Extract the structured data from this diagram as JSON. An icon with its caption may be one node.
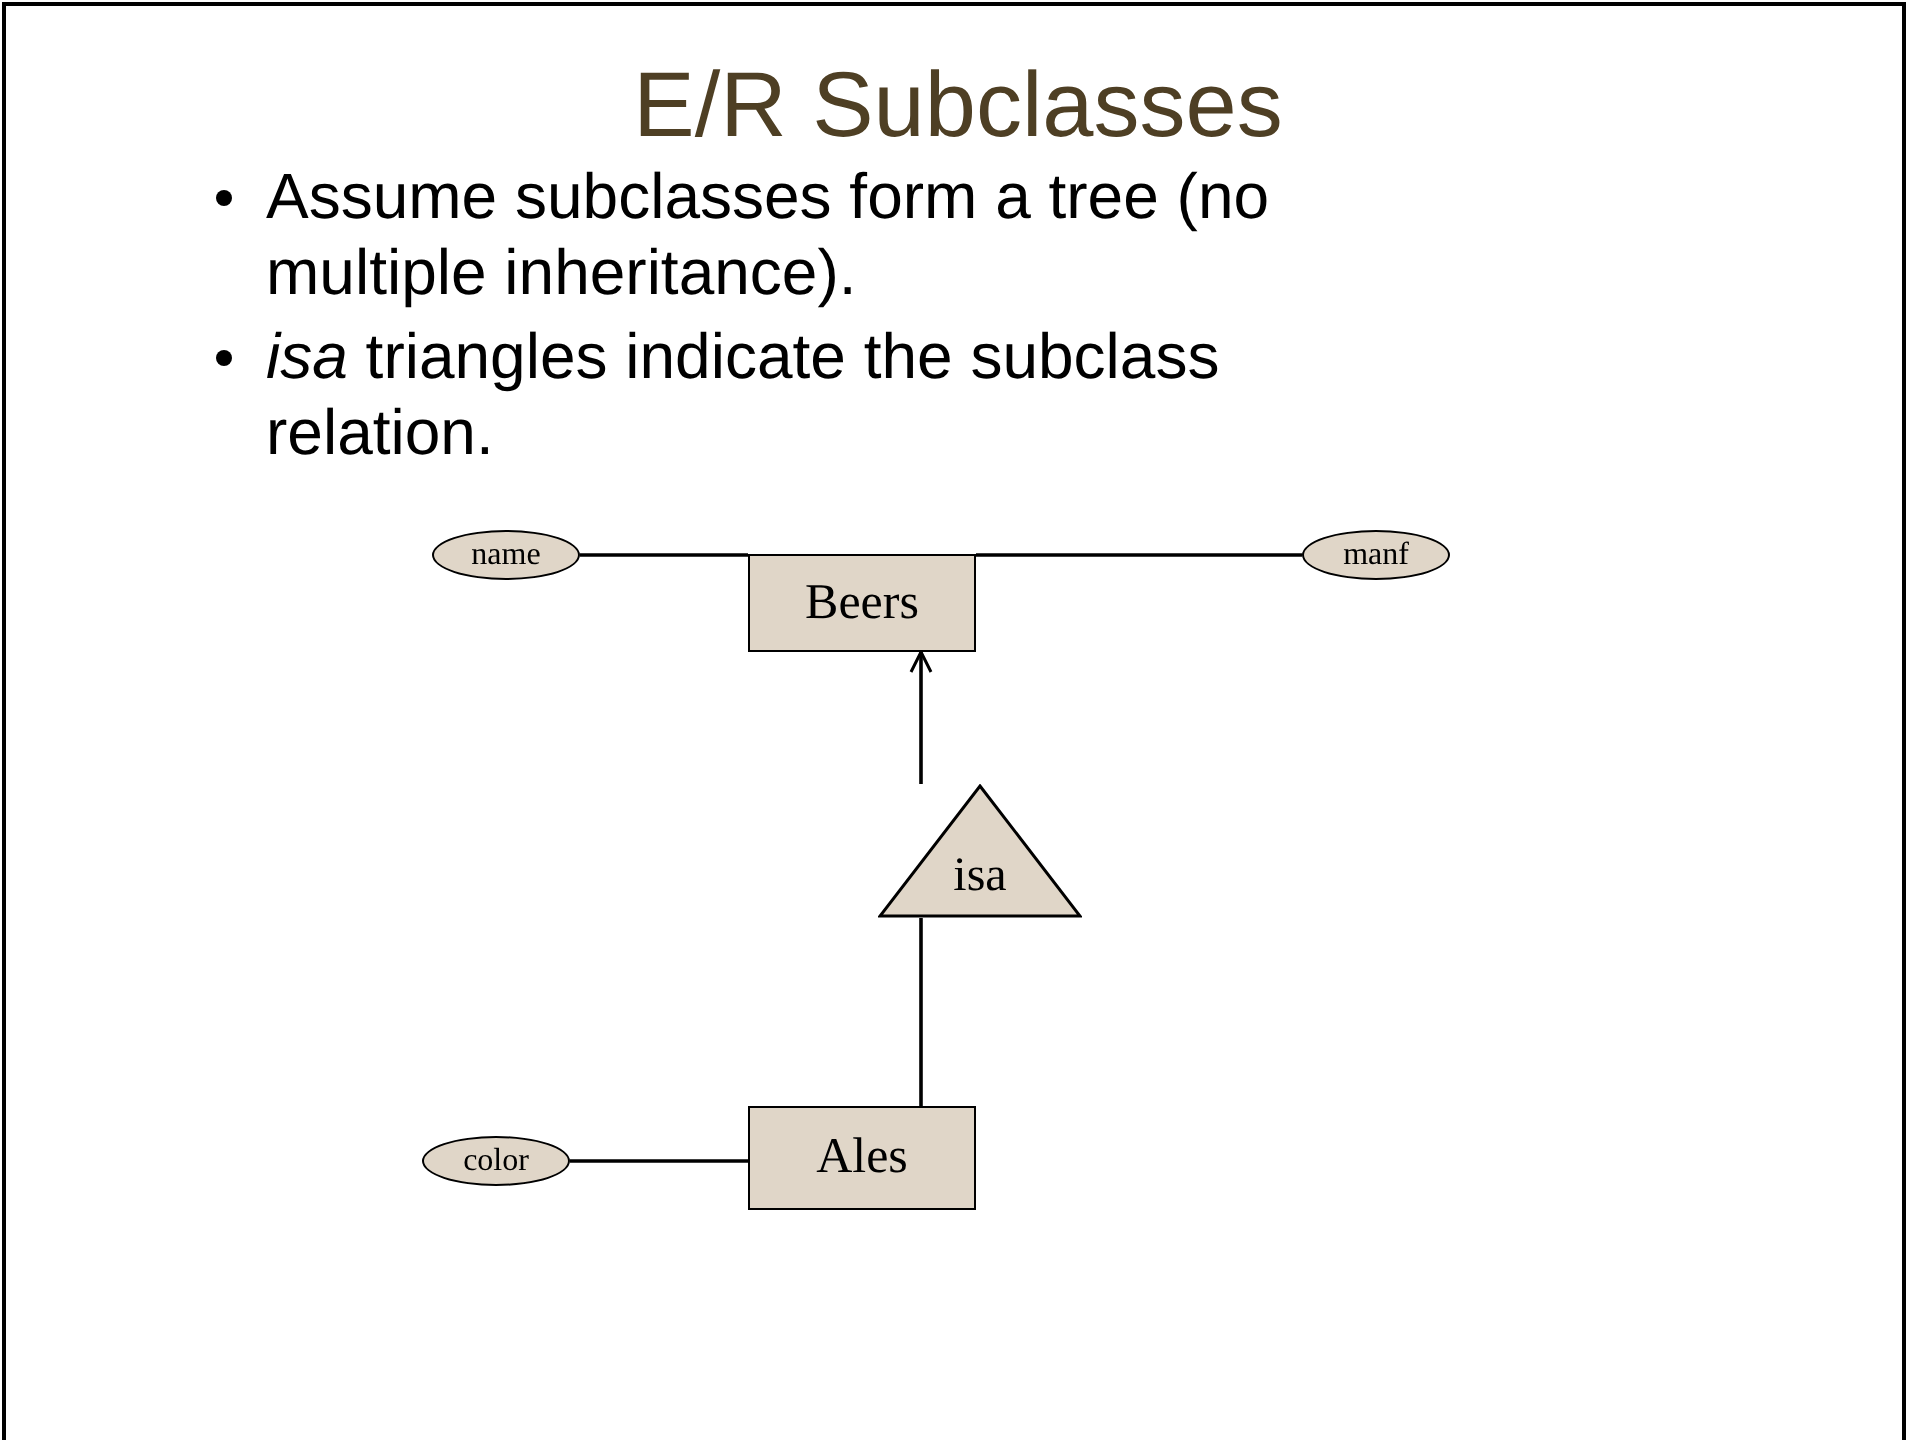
{
  "diagram": {
    "title": "E/R Subclasses",
    "nodes": [
      {
        "text": [
          "Beers"
        ]
      },
      {
        "text": [
          "name"
        ]
      },
      {
        "text": [
          "manf"
        ]
      },
      {
        "text": [
          "isa"
        ]
      },
      {
        "text": [
          "Ales"
        ]
      },
      {
        "text": [
          "color"
        ]
      }
    ],
    "edges": [
      {
        "from": 1,
        "to": 0,
        "arrow": "none"
      },
      {
        "from": 0,
        "to": 2,
        "arrow": "none"
      },
      {
        "from": 3,
        "to": 0,
        "arrow": "to"
      },
      {
        "from": 4,
        "to": 3,
        "arrow": "none"
      },
      {
        "from": 5,
        "to": 4,
        "arrow": "none"
      }
    ],
    "labels": [
      "Assume subclasses form a tree (no multiple inheritance).",
      "*isa* triangles indicate the subclass relation."
    ]
  }
}
